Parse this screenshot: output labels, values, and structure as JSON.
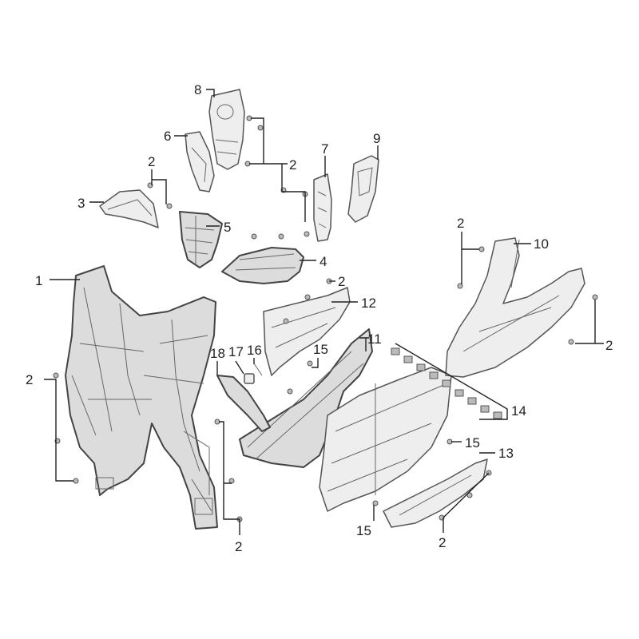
{
  "diagram": {
    "callouts": [
      "1",
      "2",
      "3",
      "4",
      "5",
      "6",
      "7",
      "8",
      "9",
      "10",
      "11",
      "12",
      "13",
      "14",
      "15",
      "16",
      "17",
      "18"
    ]
  },
  "colors": {
    "line": "#222222",
    "part_fill": "#eeeeee",
    "part_stroke": "#555555",
    "background": "#ffffff"
  }
}
